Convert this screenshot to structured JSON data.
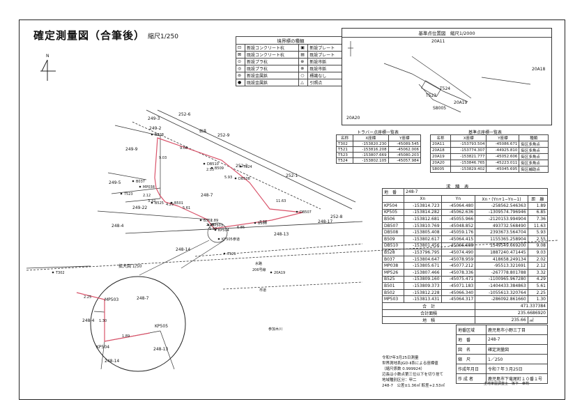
{
  "title": "確定測量図（合筆後）",
  "scale": "縮尺1/250",
  "north": "N",
  "legend": {
    "header": "境界標の種類",
    "left": [
      "新設コンクリート杭",
      "既設コンクリート杭",
      "新設プラ杭",
      "既設プラ杭",
      "新設金属鋲",
      "既設金属鋲"
    ],
    "right": [
      "新設プレート",
      "既設プレート",
      "新設市鋲",
      "既設市鋲",
      "標識なし",
      "引照点"
    ]
  },
  "location_map": {
    "title": "基準点位置図　縮尺1/2000",
    "points": [
      "20A11",
      "20A18",
      "20A19",
      "20A20",
      "T524",
      "T523",
      "S8005"
    ]
  },
  "traverse": {
    "title": "トラバー点座標一覧表",
    "headers": [
      "名称",
      "X座標",
      "Y座標"
    ],
    "rows": [
      [
        "T302",
        "-153820.230",
        "-45089.545"
      ],
      [
        "T521",
        "-153816.208",
        "-45062.006"
      ],
      [
        "T523",
        "-153807.669",
        "-45080.203"
      ],
      [
        "T524",
        "-153802.105",
        "-45057.984"
      ]
    ]
  },
  "reference": {
    "title": "基準点座標一覧表",
    "headers": [
      "名称",
      "X座標",
      "Y座標",
      "種類"
    ],
    "rows": [
      [
        "20A11",
        "-153793.504",
        "-45086.671",
        "街区多角点"
      ],
      [
        "20A18",
        "-153774.307",
        "-44925.810",
        "街区多角点"
      ],
      [
        "20A19",
        "-153821.777",
        "-45052.606",
        "街区多角点"
      ],
      [
        "20A20",
        "-153846.765",
        "-45223.011",
        "街区多角点"
      ],
      [
        "S8005",
        "-153829.402",
        "-45045.695",
        "街区補助点"
      ]
    ]
  },
  "area_table": {
    "title": "求　積　表",
    "parcel_label": "地　番",
    "parcel": "248-7",
    "headers": [
      "",
      "Xn",
      "Yn",
      "Xn・(Yn+1−Yn−1)",
      "距　離"
    ],
    "rows": [
      [
        "KP504",
        "-153814.723",
        "-45064.480",
        "-258562.546363",
        "1.89"
      ],
      [
        "KP505",
        "-153814.282",
        "-45062.636",
        "-1309574.796946",
        "6.85"
      ],
      [
        "B506",
        "-153812.681",
        "-45055.966",
        "-2120153.994904",
        "7.36"
      ],
      [
        "DB507",
        "-153810.769",
        "-45048.852",
        "493732.568490",
        "11.63"
      ],
      [
        "DB508",
        "-153805.408",
        "-45059.176",
        "2393673.564704",
        "5.93"
      ],
      [
        "B509",
        "-153802.617",
        "-45064.415",
        "1155365.258904",
        "2.55"
      ],
      [
        "DB510",
        "-153801.456",
        "-45066.688",
        "1549549.669200",
        "9.08"
      ],
      [
        "B528",
        "-153796.795",
        "-45074.490",
        "1887240.471445",
        "9.03"
      ],
      [
        "B037",
        "-153804.647",
        "-45078.959",
        "418658.249134",
        "2.02"
      ],
      [
        "MP038",
        "-153805.671",
        "-45077.212",
        "-95513.321691",
        "2.12"
      ],
      [
        "MP526",
        "-153807.466",
        "-45078.336",
        "-267778.801788",
        "3.32"
      ],
      [
        "B525",
        "-153809.160",
        "-45075.471",
        "-1100965.967280",
        "4.29"
      ],
      [
        "B501",
        "-153809.373",
        "-45071.183",
        "-1404433.384863",
        "5.61"
      ],
      [
        "B502",
        "-153812.228",
        "-45066.340",
        "-1055613.320764",
        "2.25"
      ],
      [
        "MP503",
        "-153813.431",
        "-45064.317",
        "-286092.861660",
        "1.30"
      ]
    ],
    "total_label": "合　計",
    "total": "471.337384",
    "double_label": "合計面積",
    "double": "235.6686920",
    "area_label": "地　積",
    "area": "235.66",
    "area_unit": "㎡"
  },
  "title_block": [
    [
      "地番区域",
      "鹿児島市小野三丁目"
    ],
    [
      "地　番",
      "248-7"
    ],
    [
      "図　名",
      "確定測量図"
    ],
    [
      "縮　尺",
      "1／250"
    ],
    [
      "作成年月日",
      "令和７年３月25日"
    ],
    [
      "作 成 者",
      "鹿児島市下竜尾町１０番１号"
    ]
  ],
  "author_sub": "土地家屋調査士　坂下　幸司",
  "notes": [
    "令和7年3月25日測量",
    "世界測地系JGD-Ⅱ系による座標値",
    "（縮尺係数 0.999924）",
    "辺長は小数点第三位以下を切り捨て",
    "地域種別区分：甲二",
    "248-7　公差±1.36㎡ 較差+2.53㎡"
  ],
  "plan": {
    "parcels": [
      "252-6",
      "252-9",
      "249-2",
      "249-3",
      "249-9",
      "249-5",
      "249-22",
      "248-7",
      "248-4",
      "248-14",
      "248-13",
      "248-17",
      "252-1",
      "252-8",
      "252-3"
    ],
    "points": [
      "T523",
      "T524",
      "T302",
      "T521",
      "B037",
      "MP038",
      "B528",
      "DB510",
      "B509",
      "DB508",
      "B525",
      "B501",
      "B502",
      "MP503",
      "B506",
      "DB507",
      "KP504",
      "KP505",
      "20A19"
    ],
    "labels": {
      "road": "参道",
      "channel": "水路",
      "note1": "206号線",
      "street": "市道",
      "river": "参加木川",
      "dist_road": "側溝"
    },
    "distances": [
      "9.08",
      "2.55",
      "5.93",
      "9.03",
      "2.12",
      "3.32",
      "4.29",
      "5.61",
      "2.25",
      "6.85",
      "7.36",
      "11.63",
      "1.30",
      "1.89"
    ]
  },
  "inset": {
    "title": "拡大図 1/50",
    "points": [
      "MP503",
      "KP505",
      "KP504"
    ],
    "parcels": [
      "248-7",
      "248-4",
      "248-14",
      "248-13"
    ],
    "distances": [
      "2.25",
      "1.30",
      "1.89"
    ]
  }
}
